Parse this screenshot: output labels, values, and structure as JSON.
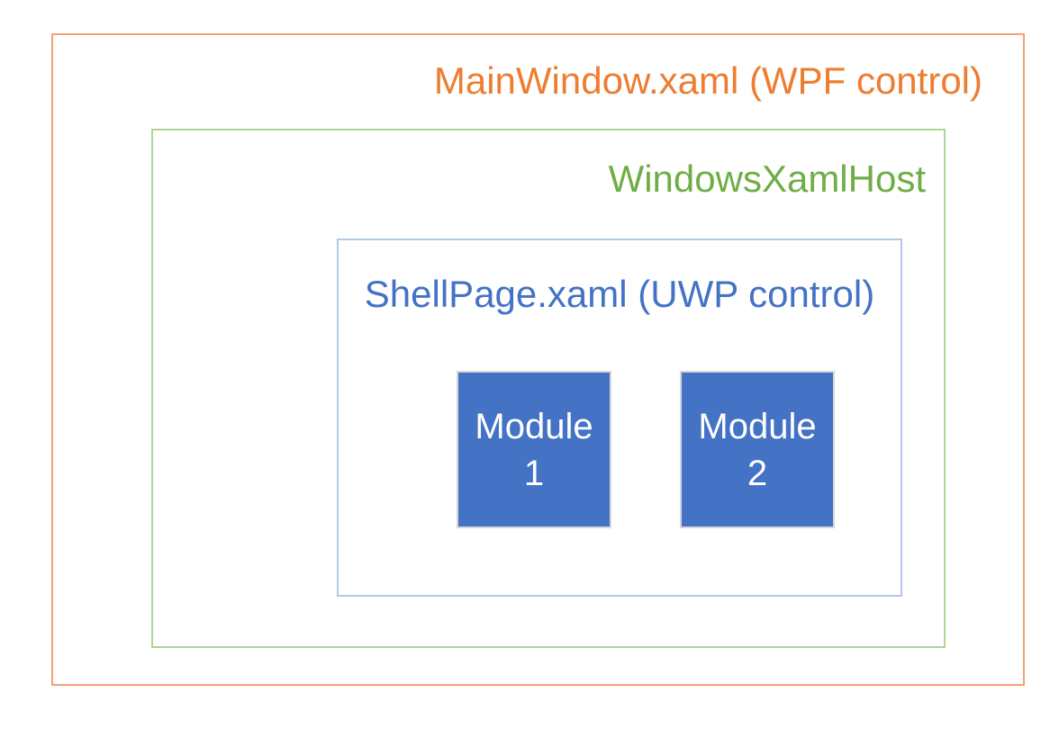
{
  "diagram": {
    "background_color": "#FFFFFF",
    "boxes": {
      "mainwindow": {
        "label": "MainWindow.xaml (WPF control)",
        "text_color": "#ED7D31",
        "border_color": "#F2A171"
      },
      "xamlhost": {
        "label": "WindowsXamlHost",
        "text_color": "#70AD47",
        "border_color": "#AED598"
      },
      "shellpage": {
        "label": "ShellPage.xaml (UWP control)",
        "text_color": "#4472C4",
        "border_color": "#B4C7E7"
      }
    },
    "modules": [
      {
        "text": "Module\n1",
        "fill_color": "#4472C4",
        "border_color": "#D6D6D6",
        "text_color": "#FFFFFF"
      },
      {
        "text": "Module\n2",
        "fill_color": "#4472C4",
        "border_color": "#D6D6D6",
        "text_color": "#FFFFFF"
      }
    ]
  }
}
